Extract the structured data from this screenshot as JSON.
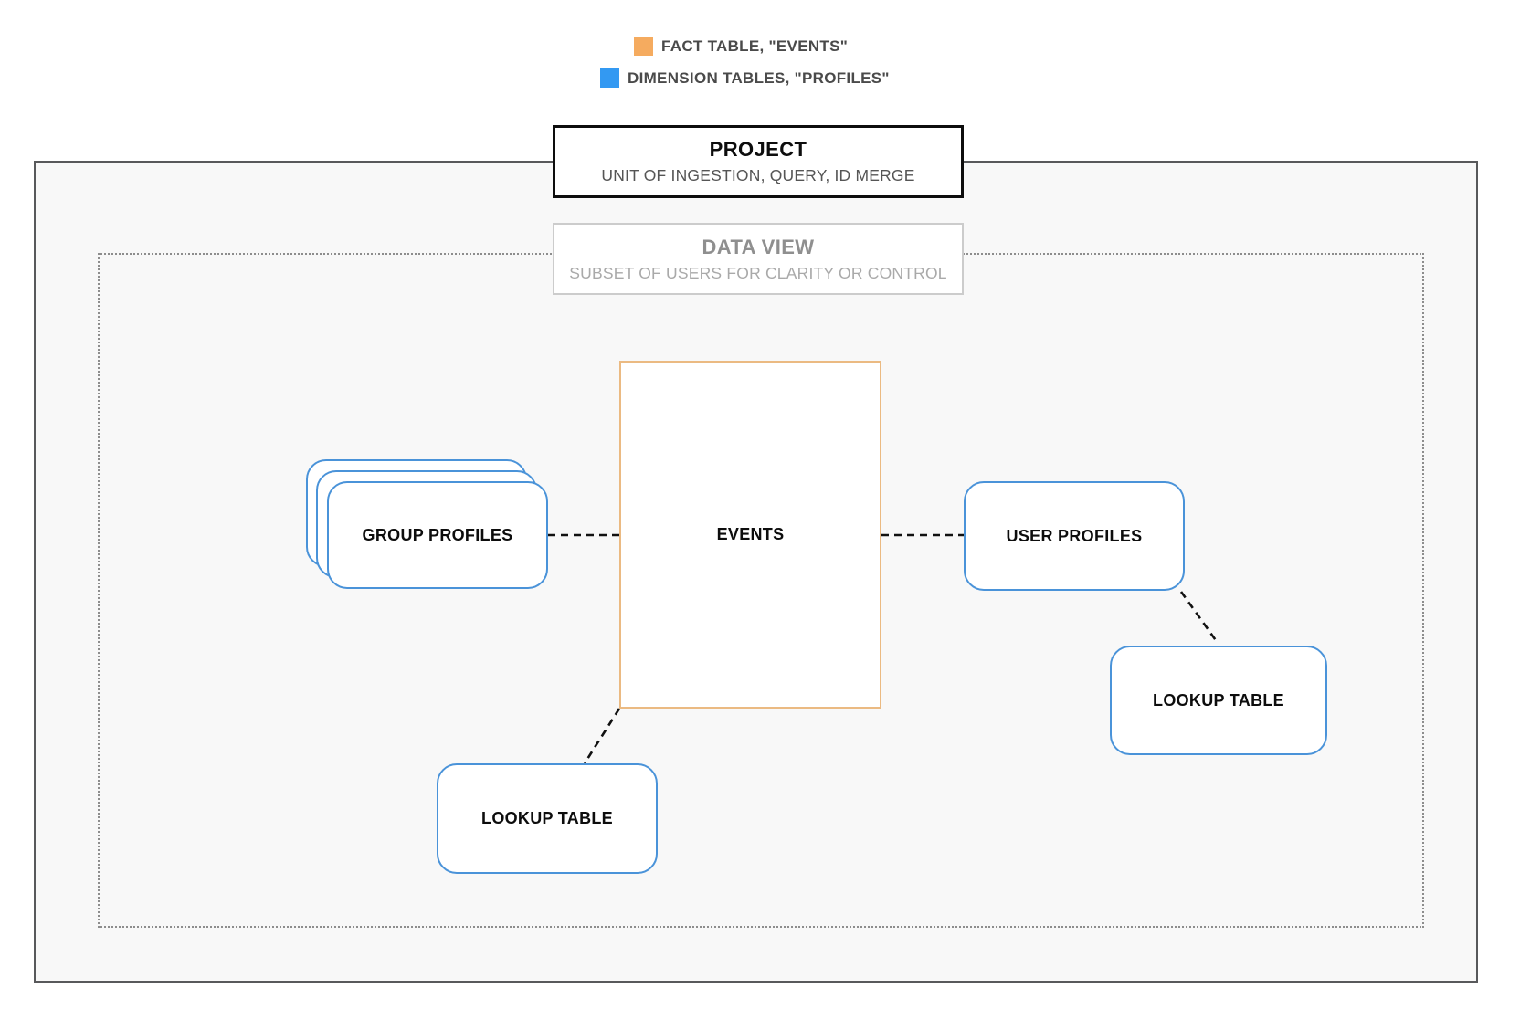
{
  "colors": {
    "fact": "#F5AB5F",
    "dimension": "#3399F2",
    "node_border": "#4A93D9",
    "events_border": "#EBBA82",
    "outer_border": "#58595B",
    "dataview_border": "#CCCCCC",
    "canvas_bg": "#F8F8F8",
    "connector": "#111111",
    "legend_text": "#4A4A4A",
    "subtitle_text": "#555555",
    "dataview_title": "#8F8F8F",
    "dataview_subtitle": "#A9A9A9"
  },
  "legend": {
    "fact": {
      "label": "FACT TABLE, \"EVENTS\""
    },
    "dimension": {
      "label": "DIMENSION TABLES, \"PROFILES\""
    }
  },
  "project": {
    "title": "PROJECT",
    "subtitle": "UNIT OF INGESTION, QUERY, ID MERGE"
  },
  "data_view": {
    "title": "DATA VIEW",
    "subtitle": "SUBSET OF USERS FOR CLARITY OR CONTROL"
  },
  "nodes": {
    "events": "EVENTS",
    "group_profiles": "GROUP PROFILES",
    "user_profiles": "USER PROFILES",
    "lookup_left": "LOOKUP TABLE",
    "lookup_right": "LOOKUP TABLE"
  }
}
